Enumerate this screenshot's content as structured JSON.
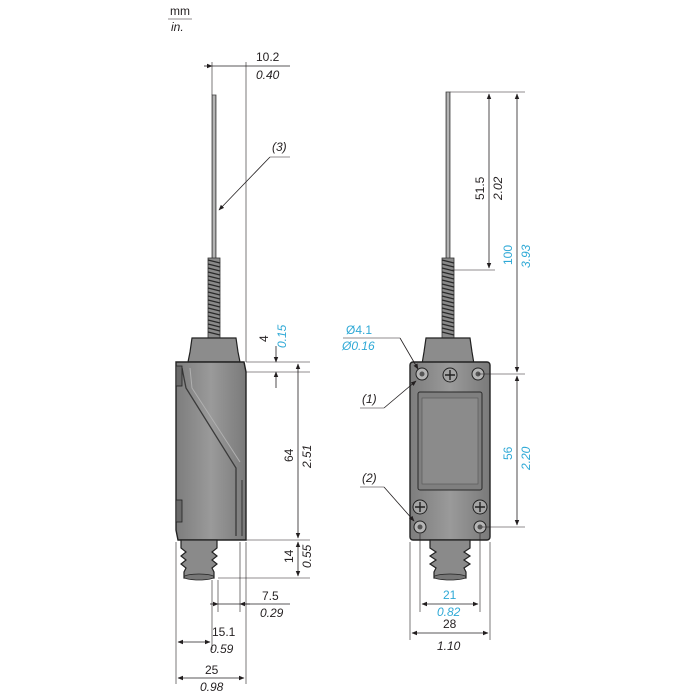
{
  "units": {
    "mm": "mm",
    "inch": "in."
  },
  "dims": {
    "width_top": {
      "mm": "10.2",
      "inch": "0.40"
    },
    "offset_top": {
      "mm": "4",
      "inch": "0.15"
    },
    "body_height": {
      "mm": "64",
      "inch": "2.51"
    },
    "plunger_height": {
      "mm": "14",
      "inch": "0.55"
    },
    "side_offset": {
      "mm": "7.5",
      "inch": "0.29"
    },
    "side_width_small": {
      "mm": "15.1",
      "inch": "0.59"
    },
    "side_width": {
      "mm": "25",
      "inch": "0.98"
    },
    "rod_length": {
      "mm": "51.5",
      "inch": "2.02"
    },
    "total_height": {
      "mm": "100",
      "inch": "3.93"
    },
    "hole_spacing_v": {
      "mm": "56",
      "inch": "2.20"
    },
    "hole_spacing_h": {
      "mm": "21",
      "inch": "0.82"
    },
    "front_width": {
      "mm": "28",
      "inch": "1.10"
    },
    "hole_dia": {
      "mm": "Ø4.1",
      "inch": "Ø0.16"
    }
  },
  "callouts": {
    "c1": "(1)",
    "c2": "(2)",
    "c3": "(3)"
  },
  "colors": {
    "body": "#8f8f8f",
    "body_dark": "#6e6e6e",
    "highlight": "#2fa9d6"
  }
}
